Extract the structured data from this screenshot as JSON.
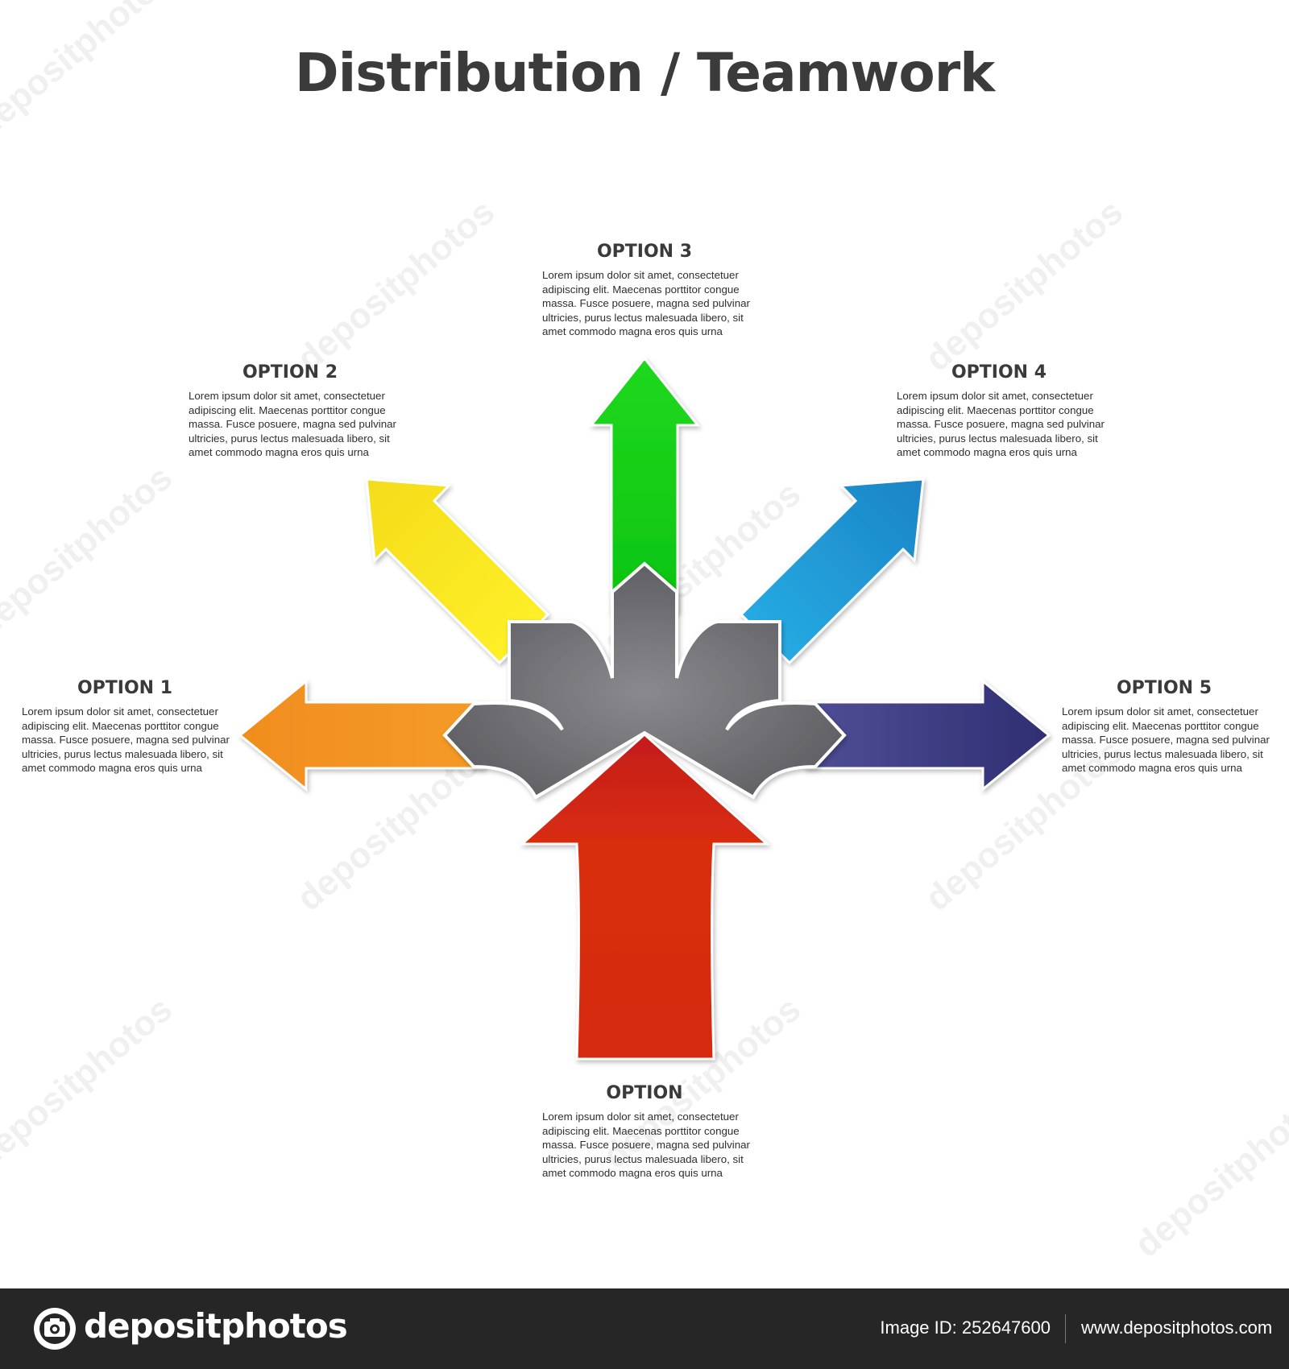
{
  "title": "Distribution / Teamwork",
  "watermark": "depositphotos",
  "options": {
    "center": {
      "heading": "OPTION",
      "lines": [
        "Lorem ipsum dolor sit amet, consectetuer",
        "adipiscing elit. Maecenas porttitor congue",
        "massa. Fusce posuere, magna sed pulvinar",
        "ultricies, purus lectus malesuada libero, sit",
        "amet commodo magna eros quis urna"
      ],
      "color": "#d4290f"
    },
    "opt1": {
      "heading": "OPTION 1",
      "lines": [
        "Lorem ipsum dolor sit amet, consectetuer",
        "adipiscing elit. Maecenas porttitor congue",
        "massa. Fusce posuere, magna sed pulvinar",
        "ultricies, purus lectus malesuada libero, sit",
        "amet commodo magna eros quis urna"
      ],
      "color": "#f08a1c"
    },
    "opt2": {
      "heading": "OPTION 2",
      "lines": [
        "Lorem ipsum dolor sit amet, consectetuer",
        "adipiscing elit. Maecenas porttitor congue",
        "massa. Fusce posuere, magna sed pulvinar",
        "ultricies, purus lectus malesuada libero, sit",
        "amet commodo magna eros quis urna"
      ],
      "color": "#f8e21c"
    },
    "opt3": {
      "heading": "OPTION 3",
      "lines": [
        "Lorem ipsum dolor sit amet, consectetuer",
        "adipiscing elit. Maecenas porttitor congue",
        "massa. Fusce posuere, magna sed pulvinar",
        "ultricies, purus lectus malesuada libero, sit",
        "amet commodo magna eros quis urna"
      ],
      "color": "#12d61a"
    },
    "opt4": {
      "heading": "OPTION 4",
      "lines": [
        "Lorem ipsum dolor sit amet, consectetuer",
        "adipiscing elit. Maecenas porttitor congue",
        "massa. Fusce posuere, magna sed pulvinar",
        "ultricies, purus lectus malesuada libero, sit",
        "amet commodo magna eros quis urna"
      ],
      "color": "#22a3dc"
    },
    "opt5": {
      "heading": "OPTION 5",
      "lines": [
        "Lorem ipsum dolor sit amet, consectetuer",
        "adipiscing elit. Maecenas porttitor congue",
        "massa. Fusce posuere, magna sed pulvinar",
        "ultricies, purus lectus malesuada libero, sit",
        "amet commodo magna eros quis urna"
      ],
      "color": "#3d3c86"
    }
  },
  "hub_color": "#6e6e72",
  "footer": {
    "brand": "depositphotos",
    "image_id": "Image ID: 252647600",
    "site": "www.depositphotos.com"
  }
}
